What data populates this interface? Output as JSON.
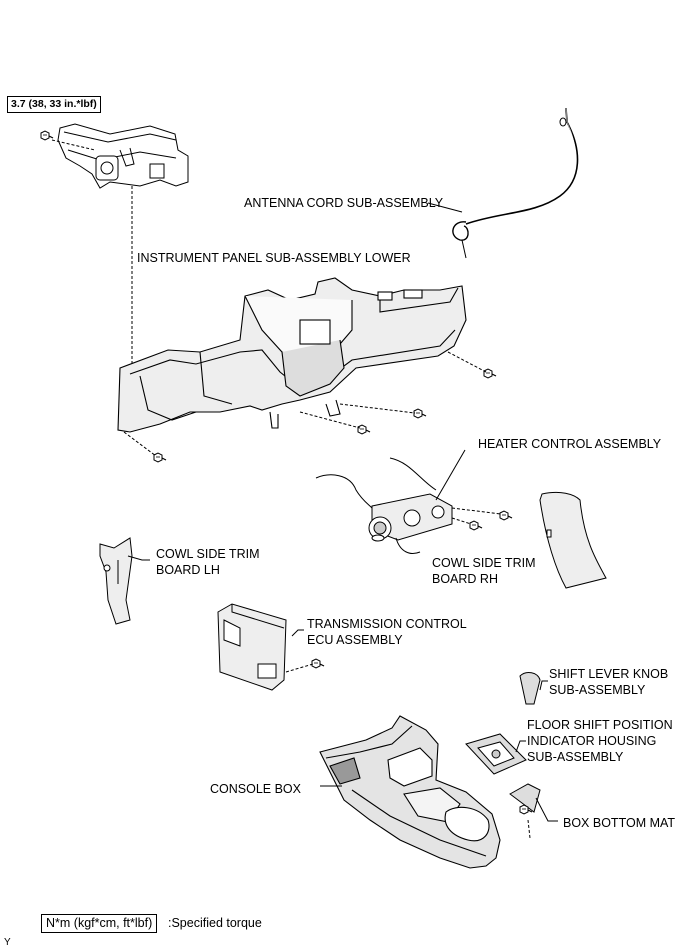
{
  "torque_spec": "3.7 (38, 33 in.*lbf)",
  "labels": {
    "antenna_cord": "ANTENNA CORD SUB-ASSEMBLY",
    "instrument_panel": "INSTRUMENT PANEL SUB-ASSEMBLY LOWER",
    "heater_control": "HEATER CONTROL ASSEMBLY",
    "cowl_lh_1": "COWL SIDE TRIM",
    "cowl_lh_2": "BOARD LH",
    "cowl_rh_1": "COWL SIDE TRIM",
    "cowl_rh_2": "BOARD RH",
    "tcu_1": "TRANSMISSION CONTROL",
    "tcu_2": "ECU ASSEMBLY",
    "shift_knob_1": "SHIFT LEVER KNOB",
    "shift_knob_2": "SUB-ASSEMBLY",
    "floor_shift_1": "FLOOR SHIFT POSITION",
    "floor_shift_2": "INDICATOR HOUSING",
    "floor_shift_3": "SUB-ASSEMBLY",
    "console_box": "CONSOLE BOX",
    "box_bottom_mat": "BOX BOTTOM MAT"
  },
  "legend": {
    "unit": "N*m (kgf*cm, ft*lbf)",
    "meaning": ":Specified torque"
  },
  "corner_mark": "Y"
}
